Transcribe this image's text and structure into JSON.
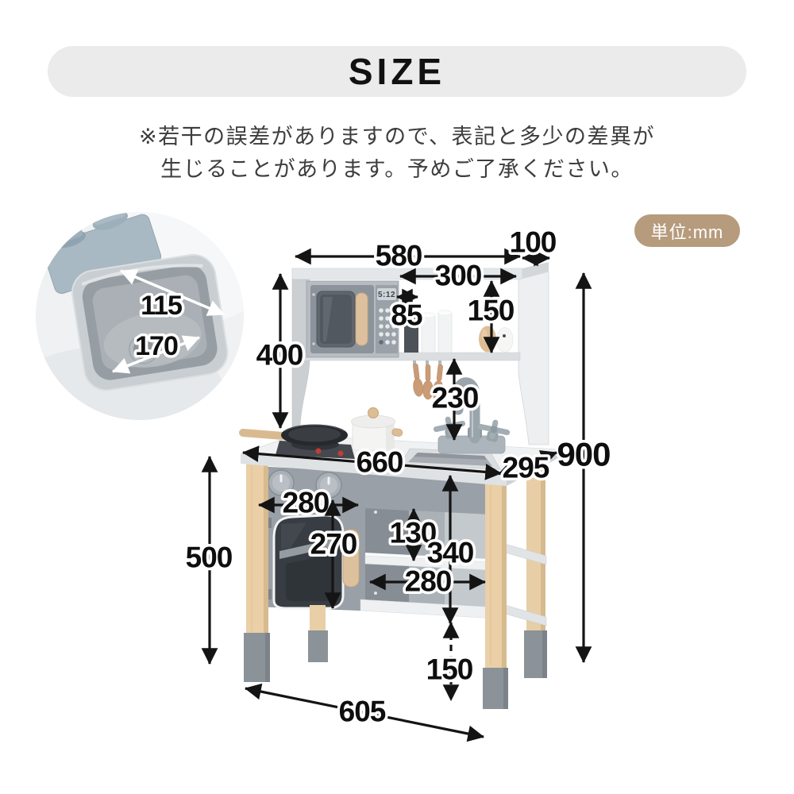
{
  "header": {
    "title": "SIZE",
    "disclaimer_line1": "※若干の誤差がありますので、表記と多少の差異が",
    "disclaimer_line2": "生じることがあります。予めご了承ください。",
    "unit_badge": "単位:mm"
  },
  "inset": {
    "sink_inner_width": "115",
    "sink_inner_length": "170"
  },
  "kitchen": {
    "microwave_display": "5:12"
  },
  "dimensions": {
    "hutch_width": "580",
    "hutch_depth": "100",
    "shelf_width": "300",
    "shelf_gap": "85",
    "shelf_height": "150",
    "hutch_height": "400",
    "splashback_height": "230",
    "total_height": "900",
    "counter_width": "660",
    "counter_depth": "295",
    "counter_height": "500",
    "oven_door_width": "280",
    "oven_door_height": "270",
    "cubby_height": "130",
    "under_counter_height": "340",
    "lower_shelf_width": "280",
    "leg_height": "150",
    "base_width": "605"
  },
  "colors": {
    "banner_bg": "#ebebeb",
    "badge_bg": "#b69b7c",
    "dimension_ink": "#141414",
    "cabinet_grey": "#99a0a7",
    "panel_light": "#edeff1",
    "wood": "#eacfa7",
    "foot_grey": "#8b9298"
  }
}
